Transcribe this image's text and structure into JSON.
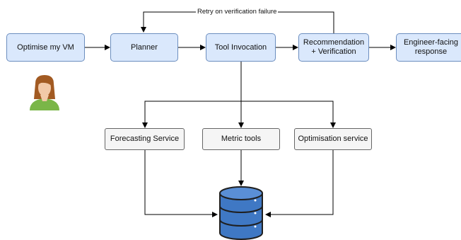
{
  "diagram": {
    "nodes": {
      "optimise_vm": {
        "label": "Optimise my VM"
      },
      "planner": {
        "label": "Planner"
      },
      "tool_invocation": {
        "label": "Tool Invocation"
      },
      "recommendation": {
        "label": "Recommendation\n+ Verification"
      },
      "response": {
        "label": "Engineer-facing\nresponse"
      },
      "forecasting": {
        "label": "Forecasting Service"
      },
      "metric_tools": {
        "label": "Metric tools"
      },
      "optimisation": {
        "label": "Optimisation service"
      }
    },
    "edges": {
      "retry_label": "Retry on verification failure"
    },
    "colors": {
      "flow_fill": "#dae8fc",
      "flow_border": "#6c8ebf",
      "service_fill": "#f5f5f5",
      "service_border": "#666666",
      "database": "#3f78c4",
      "user_hair": "#a25a22",
      "user_body": "#7ab648"
    },
    "icons": [
      "user-icon",
      "database-icon"
    ]
  }
}
